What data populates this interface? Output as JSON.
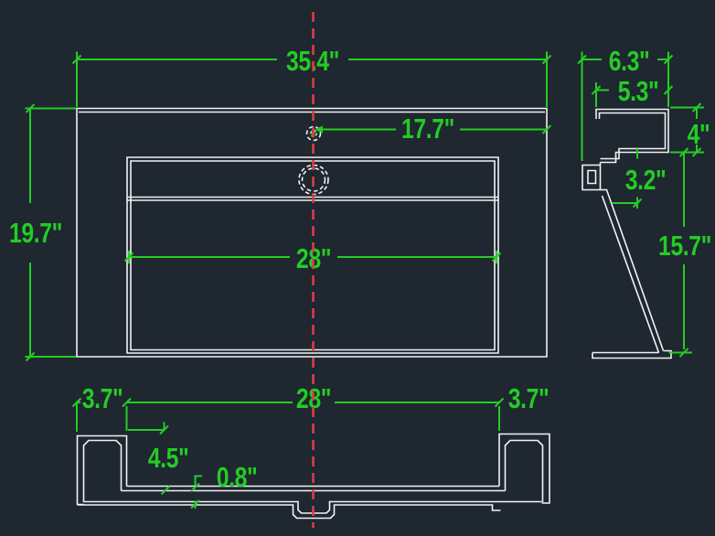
{
  "drawing": {
    "description": "CAD technical drawing of a rectangular drop-in sink shown in three views: top plan view with faucet hole and drain, right side profile view, and bottom cross-section view",
    "colors": {
      "background": "#1f2731",
      "outline": "#f2f2f3",
      "dimension": "#23cd23",
      "centerline": "#e03c3c"
    },
    "views": {
      "top_view": {
        "dimensions": {
          "overall_width": "35.4\"",
          "center_to_edge": "17.7\"",
          "overall_depth": "19.7\"",
          "basin_width": "28\""
        }
      },
      "side_view": {
        "dimensions": {
          "overall_depth": "6.3\"",
          "lip_depth": "5.3\"",
          "rim_height": "4\"",
          "rim_inset": "3.2\"",
          "back_height": "15.7\""
        }
      },
      "section_view": {
        "dimensions": {
          "left_foot_width": "3.7\"",
          "basin_width": "28\"",
          "right_foot_width": "3.7\"",
          "basin_depth": "4.5\"",
          "floor_thickness": "0.8\""
        }
      }
    }
  }
}
